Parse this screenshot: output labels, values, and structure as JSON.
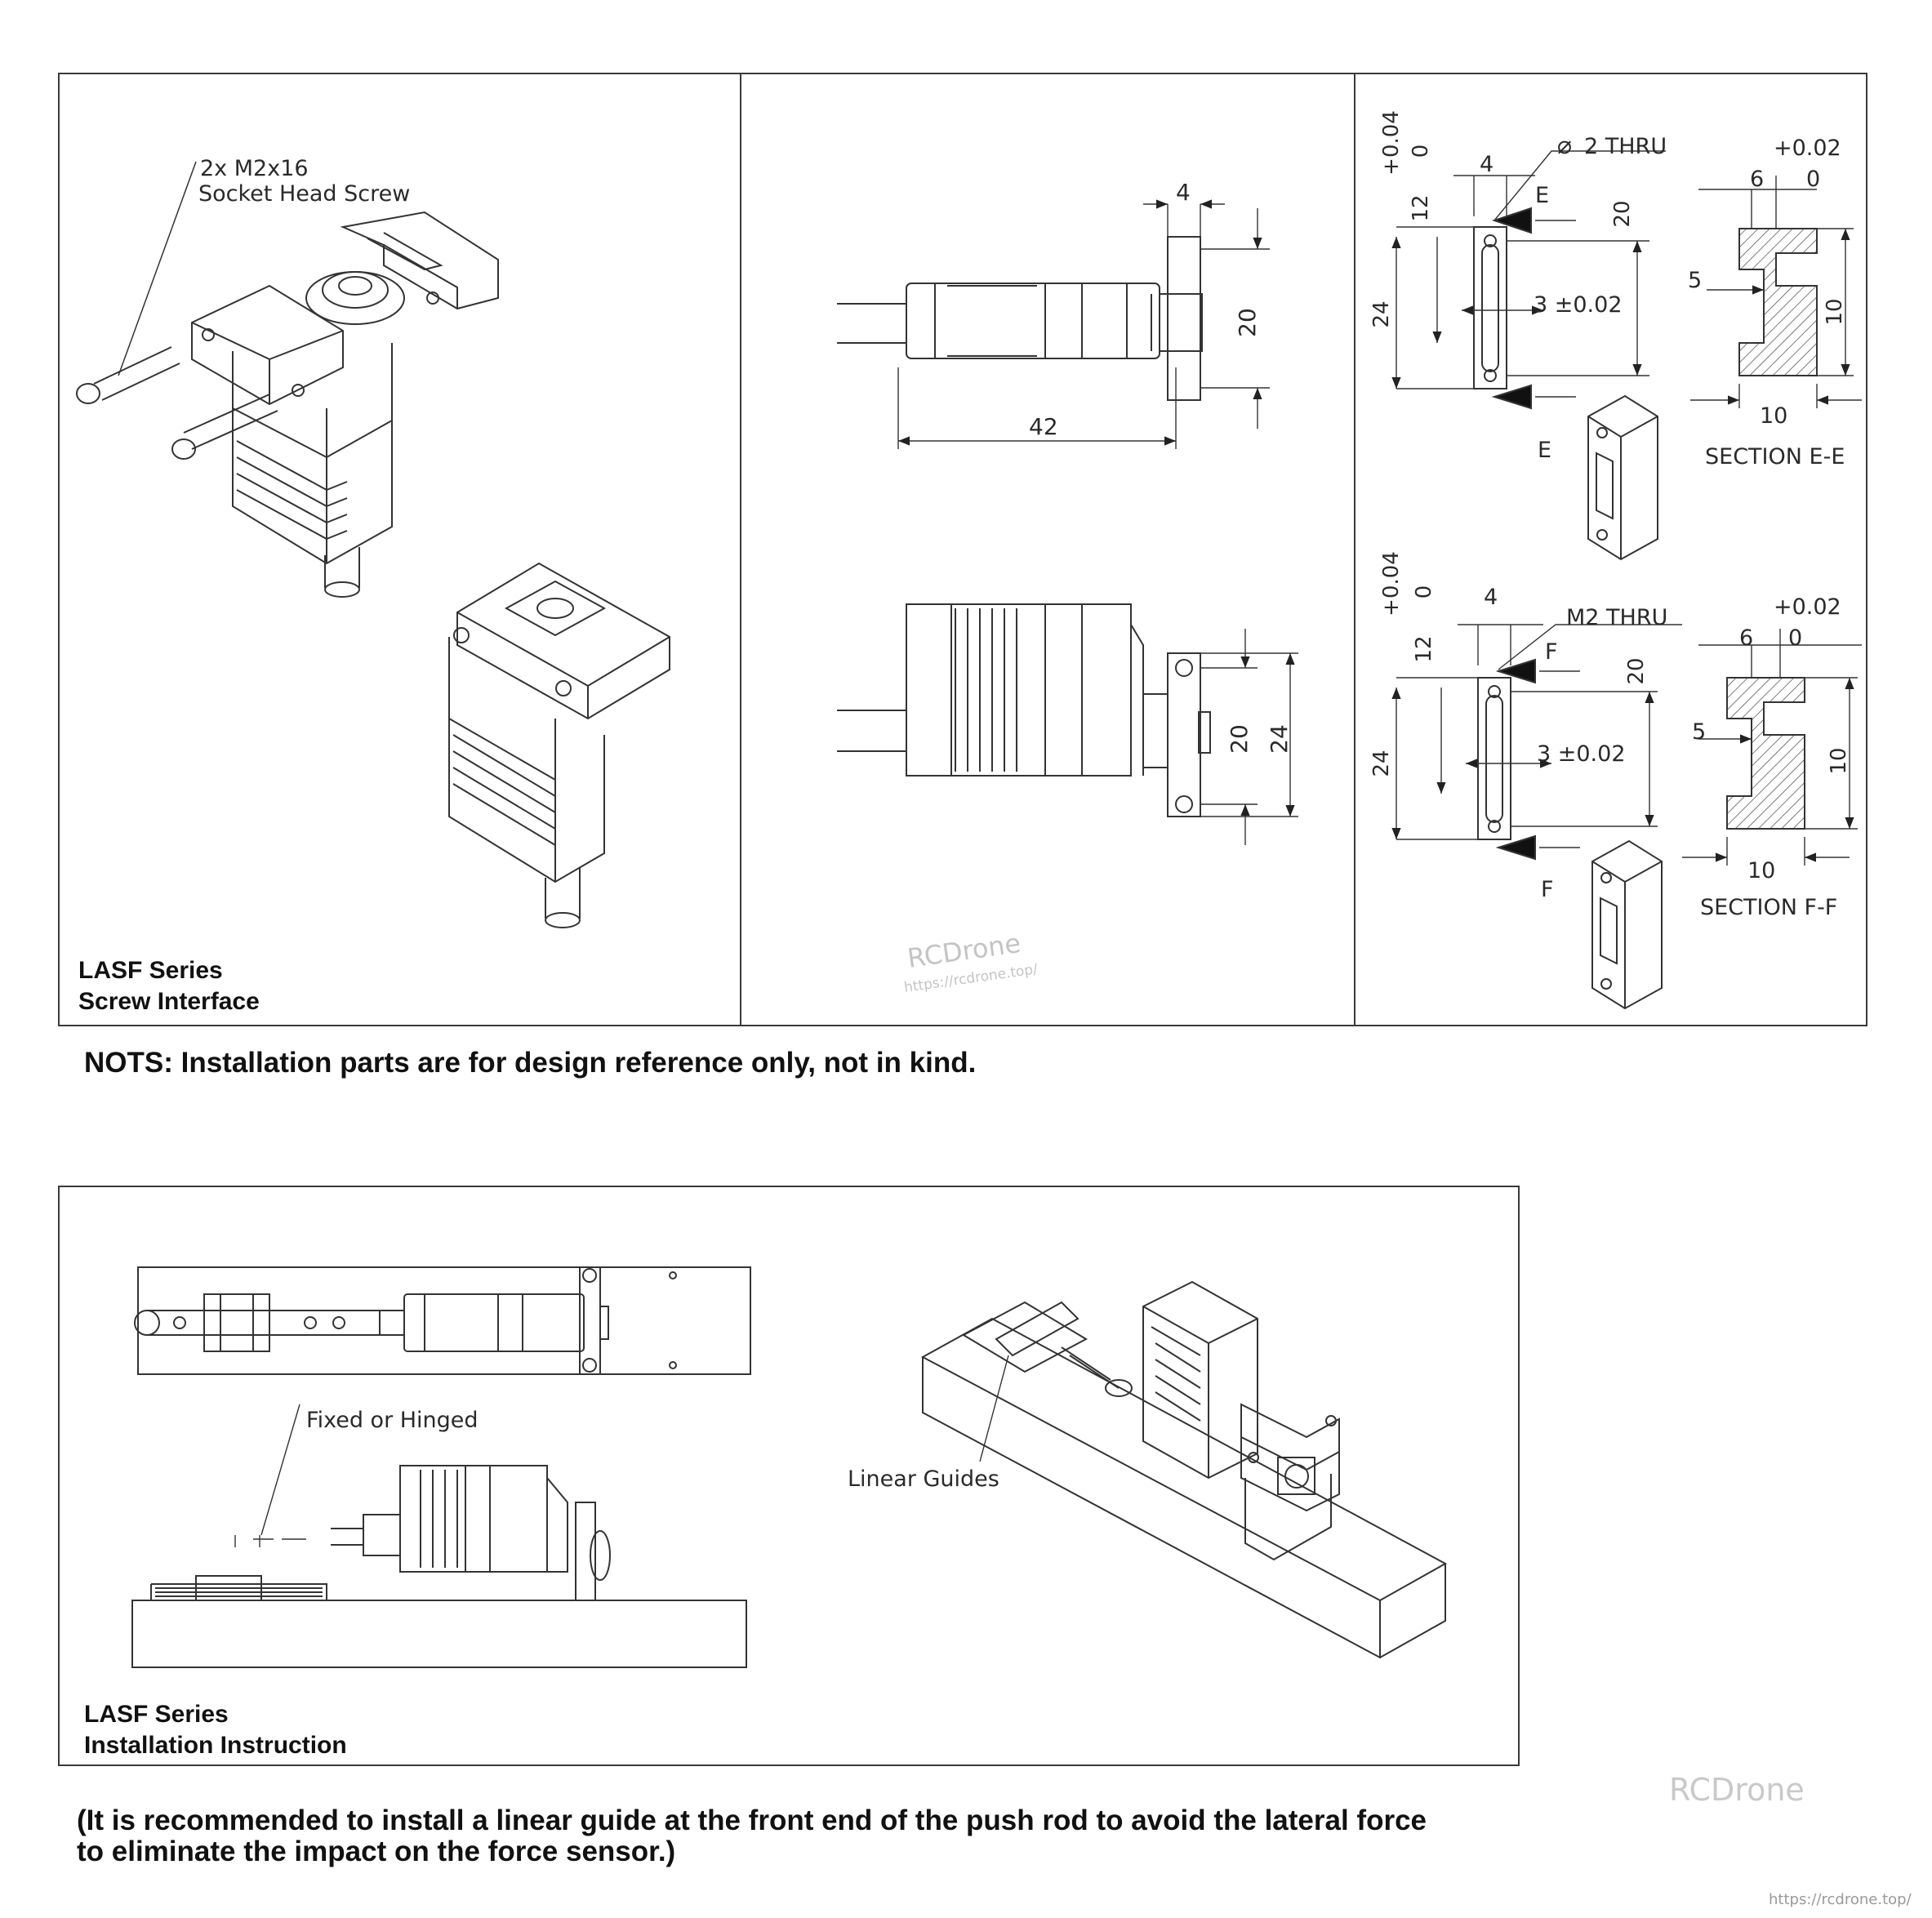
{
  "top_panel": {
    "screw_label_1": "2x M2x16",
    "screw_label_2": "Socket Head Screw",
    "caption_line1": "LASF Series",
    "caption_line2": "Screw Interface"
  },
  "dimensions_view": {
    "dim_4": "4",
    "dim_20": "20",
    "dim_42": "42",
    "dim_20_b": "20",
    "dim_24_b": "24"
  },
  "section_e": {
    "tol_upper": "+0.04",
    "tol_lower": "0",
    "dim_4": "4",
    "hole_note": "2 THRU",
    "hole_symbol": "⌀",
    "label_e": "E",
    "dim_12": "12",
    "dim_20": "20",
    "dim_24": "24",
    "dim_3": "3 ±0.02",
    "iso_label": "E",
    "sec_tol_upper": "+0.02",
    "sec_dim_6": "6",
    "sec_tol_lower": "0",
    "sec_dim_5": "5",
    "sec_dim_10_v": "10",
    "sec_dim_10_h": "10",
    "title": "SECTION E-E"
  },
  "section_f": {
    "tol_upper": "+0.04",
    "tol_lower": "0",
    "dim_4": "4",
    "hole_note": "M2 THRU",
    "label_f": "F",
    "dim_12": "12",
    "dim_20": "20",
    "dim_24": "24",
    "dim_3": "3 ±0.02",
    "iso_label": "F",
    "sec_tol_upper": "+0.02",
    "sec_dim_6": "6",
    "sec_tol_lower": "0",
    "sec_dim_5": "5",
    "sec_dim_10_v": "10",
    "sec_dim_10_h": "10",
    "title": "SECTION F-F"
  },
  "watermark": {
    "brand": "RCDrone",
    "url": "https://rcdrone.top/"
  },
  "note": "NOTS: Installation parts are for design reference only, not in kind.",
  "install_panel": {
    "fixed_label": "Fixed or Hinged",
    "guides_label": "Linear Guides",
    "caption_line1": "LASF Series",
    "caption_line2": "Installation Instruction"
  },
  "recommendation": {
    "line1": "(It is recommended to install a linear guide at the front end of the push rod to avoid the lateral force",
    "line2": "to eliminate the impact on the force sensor.)"
  },
  "footer_watermark": {
    "brand": "RCDrone",
    "url": "https://rcdrone.top/"
  }
}
